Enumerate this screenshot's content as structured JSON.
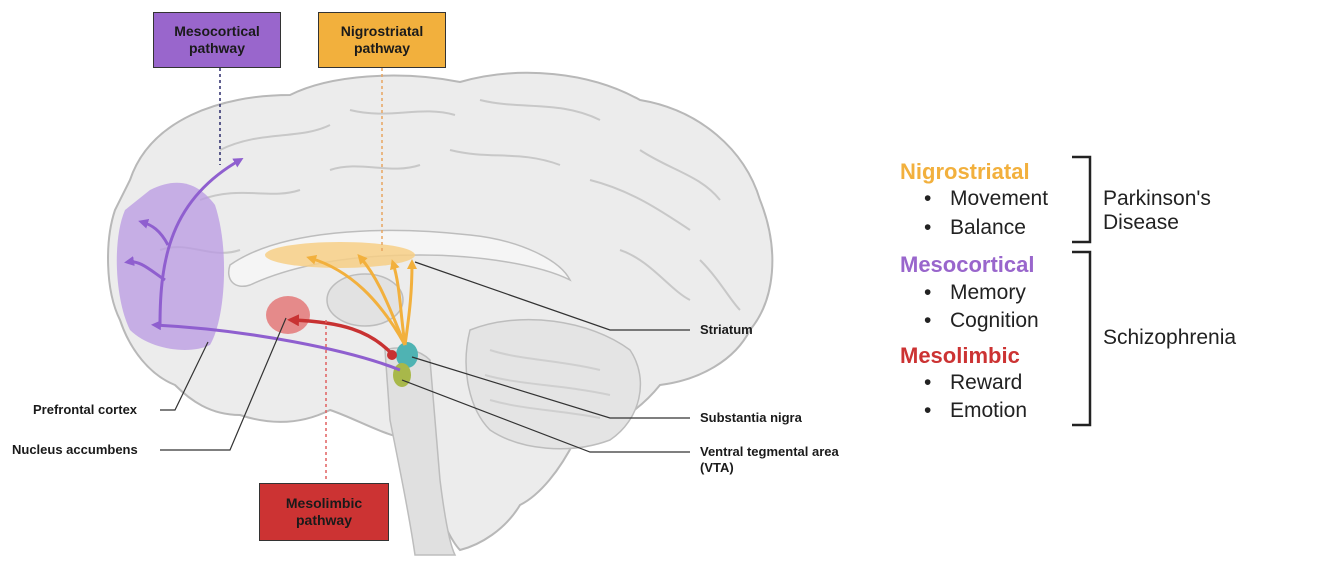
{
  "colors": {
    "nigrostriatal": "#f2b03d",
    "mesocortical": "#9966cc",
    "mesolimbic": "#cc3333",
    "brain_fill": "#e9e9e9",
    "brain_stroke": "#b5b5b5",
    "sn_color": "#4fb3b3",
    "vta_color": "#a8b84a"
  },
  "pathway_boxes": {
    "mesocortical": "Mesocortical\npathway",
    "nigrostriatal": "Nigrostriatal\npathway",
    "mesolimbic": "Mesolimbic\npathway"
  },
  "labels": {
    "striatum": "Striatum",
    "substantia_nigra": "Substantia nigra",
    "vta": "Ventral tegmental area\n(VTA)",
    "prefrontal_cortex": "Prefrontal cortex",
    "nucleus_accumbens": "Nucleus accumbens"
  },
  "legend": {
    "nigrostriatal": {
      "title": "Nigrostriatal",
      "items": [
        "Movement",
        "Balance"
      ]
    },
    "mesocortical": {
      "title": "Mesocortical",
      "items": [
        "Memory",
        "Cognition"
      ]
    },
    "mesolimbic": {
      "title": "Mesolimbic",
      "items": [
        "Reward",
        "Emotion"
      ]
    },
    "diseases": [
      "Parkinson's Disease",
      "Schizophrenia"
    ]
  }
}
